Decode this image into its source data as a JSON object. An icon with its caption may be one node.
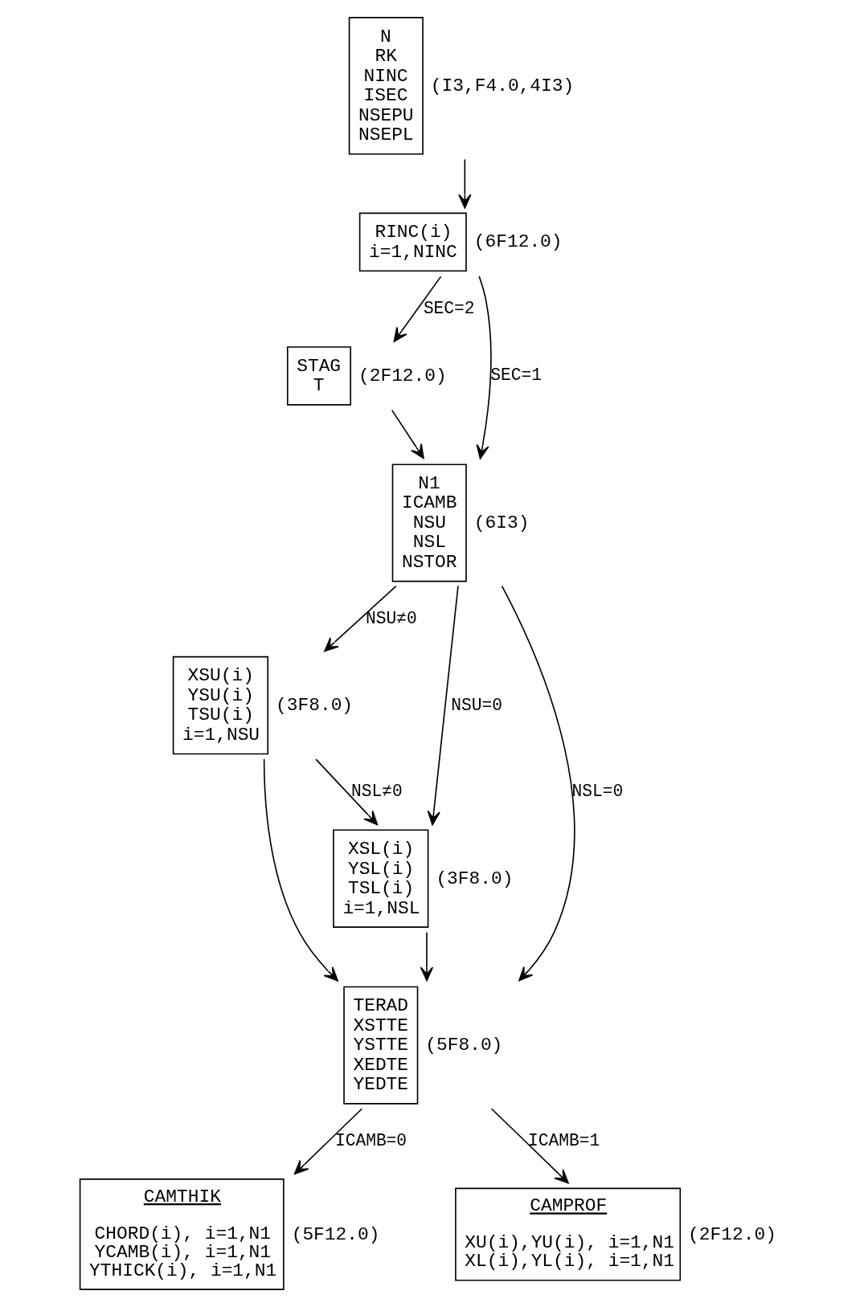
{
  "diagram": {
    "nodes": [
      {
        "text": [
          "N",
          "RK",
          "NINC",
          "ISEC",
          "NSEPU",
          "NSEPL"
        ],
        "beside": [
          "(I3,F4.0,4I3)"
        ]
      },
      {
        "text": [
          "RINC(i)",
          "i=1,NINC"
        ],
        "beside": [
          "(6F12.0)"
        ]
      },
      {
        "text": [
          "STAG",
          "T"
        ],
        "beside": [
          "(2F12.0)"
        ]
      },
      {
        "text": [
          "N1",
          "ICAMB",
          "NSU",
          "NSL",
          "NSTOR"
        ],
        "beside": [
          "(6I3)"
        ]
      },
      {
        "text": [
          "XSU(i)",
          "YSU(i)",
          "TSU(i)",
          "i=1,NSU"
        ],
        "beside": [
          "(3F8.0)"
        ]
      },
      {
        "text": [
          "XSL(i)",
          "YSL(i)",
          "TSL(i)",
          "i=1,NSL"
        ],
        "beside": [
          "(3F8.0)"
        ]
      },
      {
        "text": [
          "TERAD",
          "XSTTE",
          "YSTTE",
          "XEDTE",
          "YEDTE"
        ],
        "beside": [
          "(5F8.0)"
        ]
      },
      {
        "text": [
          "CAMTHIK",
          "CHORD(i), i=1,N1",
          "YCAMB(i), i=1,N1",
          "YTHICK(i), i=1,N1"
        ],
        "beside": [
          "(5F12.0)"
        ]
      },
      {
        "text": [
          "CAMPROF",
          "XU(i),YU(i), i=1,N1",
          "XL(i),YL(i), i=1,N1"
        ],
        "beside": [
          "(2F12.0)"
        ]
      }
    ],
    "edges": [
      {
        "from": 0,
        "to": 1,
        "arrow": "to"
      },
      {
        "from": 1,
        "to": 2,
        "arrow": "to",
        "label": "SEC=2"
      },
      {
        "from": 1,
        "to": 3,
        "arrow": "to",
        "label": "SEC=1"
      },
      {
        "from": 2,
        "to": 3,
        "arrow": "to"
      },
      {
        "from": 3,
        "to": 4,
        "arrow": "to",
        "label": "NSU≠0"
      },
      {
        "from": 3,
        "to": 5,
        "arrow": "to",
        "label": "NSU=0"
      },
      {
        "from": 4,
        "to": 5,
        "arrow": "to",
        "label": "NSL≠0"
      },
      {
        "from": 4,
        "to": 6,
        "arrow": "to"
      },
      {
        "from": 5,
        "to": 6,
        "arrow": "to"
      },
      {
        "from": 3,
        "to": 6,
        "arrow": "to",
        "label": "NSL=0"
      },
      {
        "from": 6,
        "to": 7,
        "arrow": "to",
        "label": "ICAMB=0"
      },
      {
        "from": 6,
        "to": 8,
        "arrow": "to",
        "label": "ICAMB=1"
      }
    ]
  }
}
